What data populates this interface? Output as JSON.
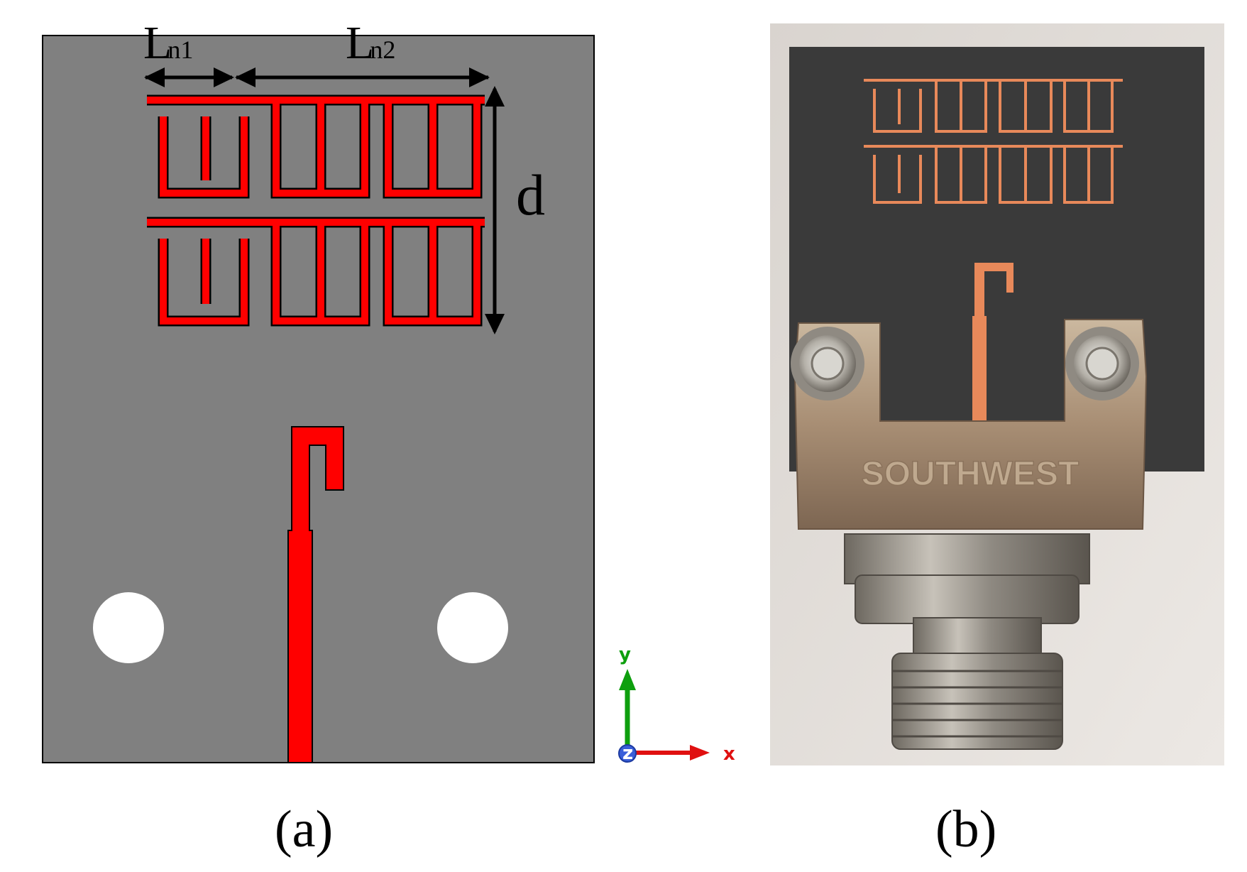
{
  "panel_a": {
    "caption": "(a)",
    "dim_ln1_main": "L",
    "dim_ln1_sub": "n1",
    "dim_ln2_main": "L",
    "dim_ln2_sub": "n2",
    "dim_d": "d",
    "axis_y": "y",
    "axis_x": "x",
    "axis_z": "z"
  },
  "panel_b": {
    "caption": "(b)",
    "connector_brand": "SOUTHWEST"
  },
  "colors": {
    "substrate": "#808080",
    "metal": "#ff0000",
    "copper": "#e8895a",
    "photo_substrate": "#3a3a3a"
  }
}
